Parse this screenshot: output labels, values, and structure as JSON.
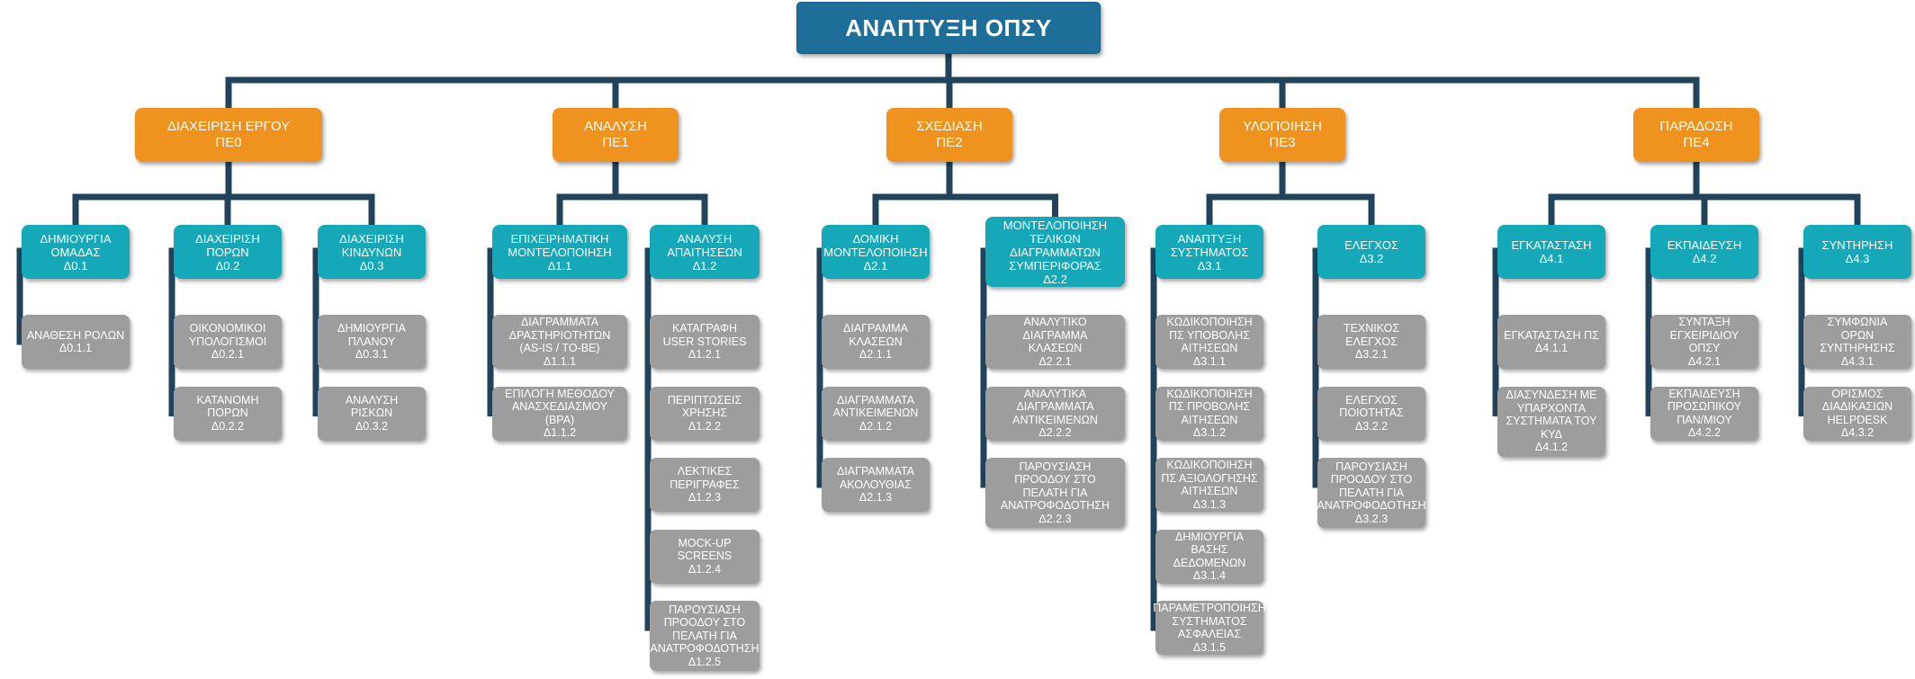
{
  "root": {
    "title": "ΑΝΑΠΤΥΞΗ ΟΠΣΥ"
  },
  "phases": [
    {
      "name": "ΔΙΑΧΕΙΡΙΣΗ ΕΡΓΟΥ",
      "code": "ΠΕ0"
    },
    {
      "name": "ΑΝΑΛΥΣΗ",
      "code": "ΠΕ1"
    },
    {
      "name": "ΣΧΕΔΙΑΣΗ",
      "code": "ΠΕ2"
    },
    {
      "name": "ΥΛΟΠΟΙΗΣΗ",
      "code": "ΠΕ3"
    },
    {
      "name": "ΠΑΡΑΔΟΣΗ",
      "code": "ΠΕ4"
    }
  ],
  "deliverables": [
    {
      "phase": 0,
      "name": "ΔΗΜΙΟΥΡΓΙΑ\nΟΜΑΔΑΣ",
      "code": "Δ0.1"
    },
    {
      "phase": 0,
      "name": "ΔΙΑΧΕΙΡΙΣΗ\nΠΟΡΩΝ",
      "code": "Δ0.2"
    },
    {
      "phase": 0,
      "name": "ΔΙΑΧΕΙΡΙΣΗ\nΚΙΝΔΥΝΩΝ",
      "code": "Δ0.3"
    },
    {
      "phase": 1,
      "name": "ΕΠΙΧΕΙΡΗΜΑΤΙΚΗ\nΜΟΝΤΕΛΟΠΟΙΗΣΗ",
      "code": "Δ1.1"
    },
    {
      "phase": 1,
      "name": "ΑΝΑΛΥΣΗ\nΑΠΑΙΤΗΣΕΩΝ",
      "code": "Δ1.2"
    },
    {
      "phase": 2,
      "name": "ΔΟΜΙΚΗ\nΜΟΝΤΕΛΟΠΟΙΗΣΗ",
      "code": "Δ2.1"
    },
    {
      "phase": 2,
      "name": "ΜΟΝΤΕΛΟΠΟΙΗΣΗ\nΤΕΛΙΚΩΝ\nΔΙΑΓΡΑΜΜΑΤΩΝ\nΣΥΜΠΕΡΙΦΟΡΑΣ",
      "code": "Δ2.2"
    },
    {
      "phase": 3,
      "name": "ΑΝΑΠΤΥΞΗ\nΣΥΣΤΗΜΑΤΟΣ",
      "code": "Δ3.1"
    },
    {
      "phase": 3,
      "name": "ΕΛΕΓΧΟΣ",
      "code": "Δ3.2"
    },
    {
      "phase": 4,
      "name": "ΕΓΚΑΤΑΣΤΑΣΗ",
      "code": "Δ4.1"
    },
    {
      "phase": 4,
      "name": "ΕΚΠΑΙΔΕΥΣΗ",
      "code": "Δ4.2"
    },
    {
      "phase": 4,
      "name": "ΣΥΝΤΗΡΗΣΗ",
      "code": "Δ4.3"
    }
  ],
  "tasks": [
    {
      "deliverable": 0,
      "name": "ΑΝΑΘΕΣΗ ΡΟΛΩΝ",
      "code": "Δ0.1.1"
    },
    {
      "deliverable": 1,
      "name": "ΟΙΚΟΝΟΜΙΚΟΙ\nΥΠΟΛΟΓΙΣΜΟΙ",
      "code": "Δ0.2.1"
    },
    {
      "deliverable": 1,
      "name": "ΚΑΤΑΝΟΜΗ\nΠΟΡΩΝ",
      "code": "Δ0.2.2"
    },
    {
      "deliverable": 2,
      "name": "ΔΗΜΙΟΥΡΓΙΑ\nΠΛΑΝΟΥ",
      "code": "Δ0.3.1"
    },
    {
      "deliverable": 2,
      "name": "ΑΝΑΛΥΣΗ\nΡΙΣΚΩΝ",
      "code": "Δ0.3.2"
    },
    {
      "deliverable": 3,
      "name": "ΔΙΑΓΡΑΜΜΑΤΑ\nΔΡΑΣΤΗΡΙΟΤΗΤΩΝ\n(AS-IS / TO-BE)",
      "code": "Δ1.1.1"
    },
    {
      "deliverable": 3,
      "name": "ΕΠΙΛΟΓΗ ΜΕΘΟΔΟΥ\nΑΝΑΣΧΕΔΙΑΣΜΟΥ\n(BPA)",
      "code": "Δ1.1.2"
    },
    {
      "deliverable": 4,
      "name": "ΚΑΤΑΓΡΑΦΗ\nUSER STORIES",
      "code": "Δ1.2.1"
    },
    {
      "deliverable": 4,
      "name": "ΠΕΡΙΠΤΩΣΕΙΣ\nΧΡΗΣΗΣ",
      "code": "Δ1.2.2"
    },
    {
      "deliverable": 4,
      "name": "ΛΕΚΤΙΚΕΣ\nΠΕΡΙΓΡΑΦΕΣ",
      "code": "Δ1.2.3"
    },
    {
      "deliverable": 4,
      "name": "MOCK-UP\nSCREENS",
      "code": "Δ1.2.4"
    },
    {
      "deliverable": 4,
      "name": "ΠΑΡΟΥΣΙΑΣΗ\nΠΡΟΟΔΟΥ ΣΤΟ\nΠΕΛΑΤΗ ΓΙΑ\nΑΝΑΤΡΟΦΟΔΟΤΗΣΗ",
      "code": "Δ1.2.5"
    },
    {
      "deliverable": 5,
      "name": "ΔΙΑΓΡΑΜΜΑ\nΚΛΑΣΕΩΝ",
      "code": "Δ2.1.1"
    },
    {
      "deliverable": 5,
      "name": "ΔΙΑΓΡΑΜΜΑΤΑ\nΑΝΤΙΚΕΙΜΕΝΩΝ",
      "code": "Δ2.1.2"
    },
    {
      "deliverable": 5,
      "name": "ΔΙΑΓΡΑΜΜΑΤΑ\nΑΚΟΛΟΥΘΙΑΣ",
      "code": "Δ2.1.3"
    },
    {
      "deliverable": 6,
      "name": "ΑΝΑΛΥΤΙΚΟ\nΔΙΑΓΡΑΜΜΑ\nΚΛΑΣΕΩΝ",
      "code": "Δ2.2.1"
    },
    {
      "deliverable": 6,
      "name": "ΑΝΑΛΥΤΙΚΑ\nΔΙΑΓΡΑΜΜΑΤΑ\nΑΝΤΙΚΕΙΜΕΝΩΝ",
      "code": "Δ2.2.2"
    },
    {
      "deliverable": 6,
      "name": "ΠΑΡΟΥΣΙΑΣΗ\nΠΡΟΟΔΟΥ ΣΤΟ\nΠΕΛΑΤΗ ΓΙΑ\nΑΝΑΤΡΟΦΟΔΟΤΗΣΗ",
      "code": "Δ2.2.3"
    },
    {
      "deliverable": 7,
      "name": "ΚΩΔΙΚΟΠΟΙΗΣΗ\nΠΣ ΥΠΟΒΟΛΗΣ\nΑΙΤΗΣΕΩΝ",
      "code": "Δ3.1.1"
    },
    {
      "deliverable": 7,
      "name": "ΚΩΔΙΚΟΠΟΙΗΣΗ\nΠΣ ΠΡΟΒΟΛΗΣ\nΑΙΤΗΣΕΩΝ",
      "code": "Δ3.1.2"
    },
    {
      "deliverable": 7,
      "name": "ΚΩΔΙΚΟΠΟΙΗΣΗ\nΠΣ ΑΞΙΟΛΟΓΗΣΗΣ\nΑΙΤΗΣΕΩΝ",
      "code": "Δ3.1.3"
    },
    {
      "deliverable": 7,
      "name": "ΔΗΜΙΟΥΡΓΙΑ\nΒΑΣΗΣ\nΔΕΔΟΜΕΝΩΝ",
      "code": "Δ3.1.4"
    },
    {
      "deliverable": 7,
      "name": "ΠΑΡΑΜΕΤΡΟΠΟΙΗΣΗ\nΣΥΣΤΗΜΑΤΟΣ\nΑΣΦΑΛΕΙΑΣ",
      "code": "Δ3.1.5"
    },
    {
      "deliverable": 8,
      "name": "ΤΕΧΝΙΚΟΣ\nΕΛΕΓΧΟΣ",
      "code": "Δ3.2.1"
    },
    {
      "deliverable": 8,
      "name": "ΕΛΕΓΧΟΣ\nΠΟΙΟΤΗΤΑΣ",
      "code": "Δ3.2.2"
    },
    {
      "deliverable": 8,
      "name": "ΠΑΡΟΥΣΙΑΣΗ\nΠΡΟΟΔΟΥ ΣΤΟ\nΠΕΛΑΤΗ ΓΙΑ\nΑΝΑΤΡΟΦΟΔΟΤΗΣΗ",
      "code": "Δ3.2.3"
    },
    {
      "deliverable": 9,
      "name": "ΕΓΚΑΤΑΣΤΑΣΗ ΠΣ",
      "code": "Δ4.1.1"
    },
    {
      "deliverable": 9,
      "name": "ΔΙΑΣΥΝΔΕΣΗ ΜΕ\nΥΠΑΡΧΟΝΤΑ\nΣΥΣΤΗΜΑΤΑ ΤΟΥ\nΚΥΔ",
      "code": "Δ4.1.2"
    },
    {
      "deliverable": 10,
      "name": "ΣΥΝΤΑΞΗ\nΕΓΧΕΙΡΙΔΙΟΥ\nΟΠΣΥ",
      "code": "Δ4.2.1"
    },
    {
      "deliverable": 10,
      "name": "ΕΚΠΑΙΔΕΥΣΗ\nΠΡΟΣΩΠΙΚΟΥ\nΠΑΝ/ΜΙΟΥ",
      "code": "Δ4.2.2"
    },
    {
      "deliverable": 11,
      "name": "ΣΥΜΦΩΝΙΑ\nΟΡΩΝ\nΣΥΝΤΗΡΗΣΗΣ",
      "code": "Δ4.3.1"
    },
    {
      "deliverable": 11,
      "name": "ΟΡΙΣΜΟΣ\nΔΙΑΔΙΚΑΣΙΩΝ\nHELPDESK",
      "code": "Δ4.3.2"
    }
  ],
  "colors": {
    "root": "#1d6e98",
    "phase": "#f0931e",
    "deliverable": "#14a8b8",
    "task": "#9d9d9d",
    "connector": "#22435c"
  }
}
